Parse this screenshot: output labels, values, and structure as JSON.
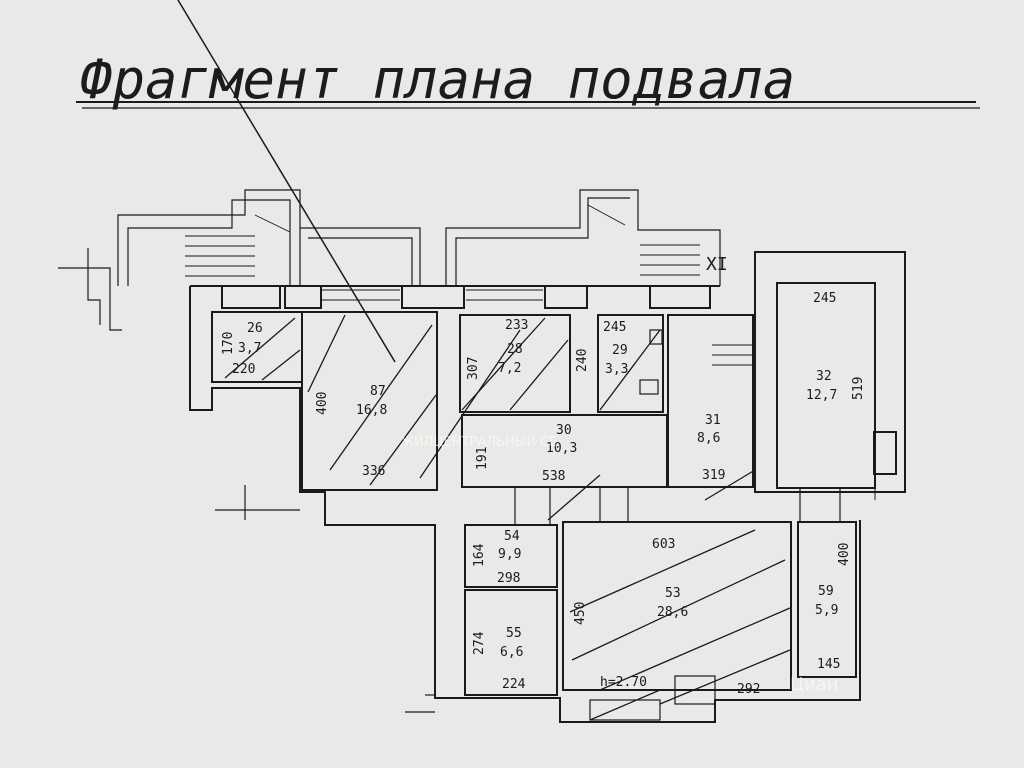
{
  "title": "Фрагмент плана подвала",
  "section_label": "XI",
  "rooms": [
    {
      "id": "26",
      "area": "3,7",
      "width": "220",
      "height": "170"
    },
    {
      "id": "87",
      "area": "16,8",
      "width": "336",
      "height": "400"
    },
    {
      "id": "28",
      "area": "7,2",
      "width": "233",
      "height": "307",
      "extra": "240"
    },
    {
      "id": "29",
      "area": "3,3",
      "width": "245"
    },
    {
      "id": "30",
      "area": "10,3",
      "width": "538",
      "height": "191"
    },
    {
      "id": "31",
      "area": "8,6",
      "width": "319"
    },
    {
      "id": "32",
      "area": "12,7",
      "width": "245",
      "height": "519"
    },
    {
      "id": "54",
      "area": "9,9",
      "width": "298",
      "height": "164"
    },
    {
      "id": "55",
      "area": "6,6",
      "width": "224",
      "height": "274"
    },
    {
      "id": "53",
      "area": "28,6",
      "width": "603",
      "height": "450",
      "note": "h=2.70",
      "extra": "292"
    },
    {
      "id": "59",
      "area": "5,9",
      "width": "145",
      "height": "400"
    }
  ],
  "watermarks": [
    "ЖИЛЦЕНТРАЛЬНЫЙ СЕ",
    "Циан"
  ]
}
